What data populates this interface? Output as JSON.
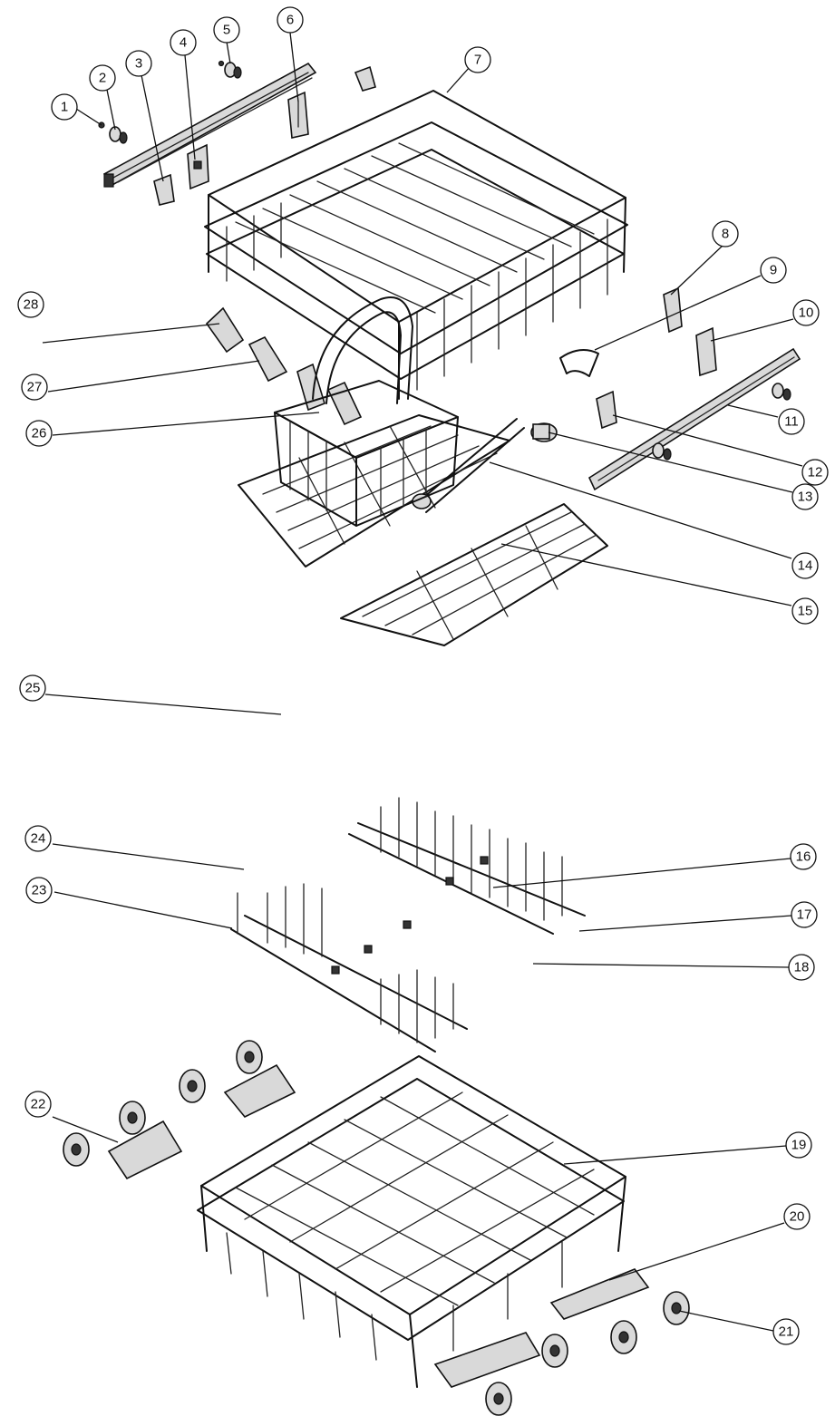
{
  "figure": {
    "callouts": [
      {
        "num": "1"
      },
      {
        "num": "2"
      },
      {
        "num": "3"
      },
      {
        "num": "4"
      },
      {
        "num": "5"
      },
      {
        "num": "6"
      },
      {
        "num": "7"
      },
      {
        "num": "8"
      },
      {
        "num": "9"
      },
      {
        "num": "10"
      },
      {
        "num": "11"
      },
      {
        "num": "12"
      },
      {
        "num": "13"
      },
      {
        "num": "14"
      },
      {
        "num": "15"
      },
      {
        "num": "16"
      },
      {
        "num": "17"
      },
      {
        "num": "18"
      },
      {
        "num": "19"
      },
      {
        "num": "20"
      },
      {
        "num": "21"
      },
      {
        "num": "22"
      },
      {
        "num": "23"
      },
      {
        "num": "24"
      },
      {
        "num": "25"
      },
      {
        "num": "26"
      },
      {
        "num": "27"
      },
      {
        "num": "28"
      }
    ]
  }
}
